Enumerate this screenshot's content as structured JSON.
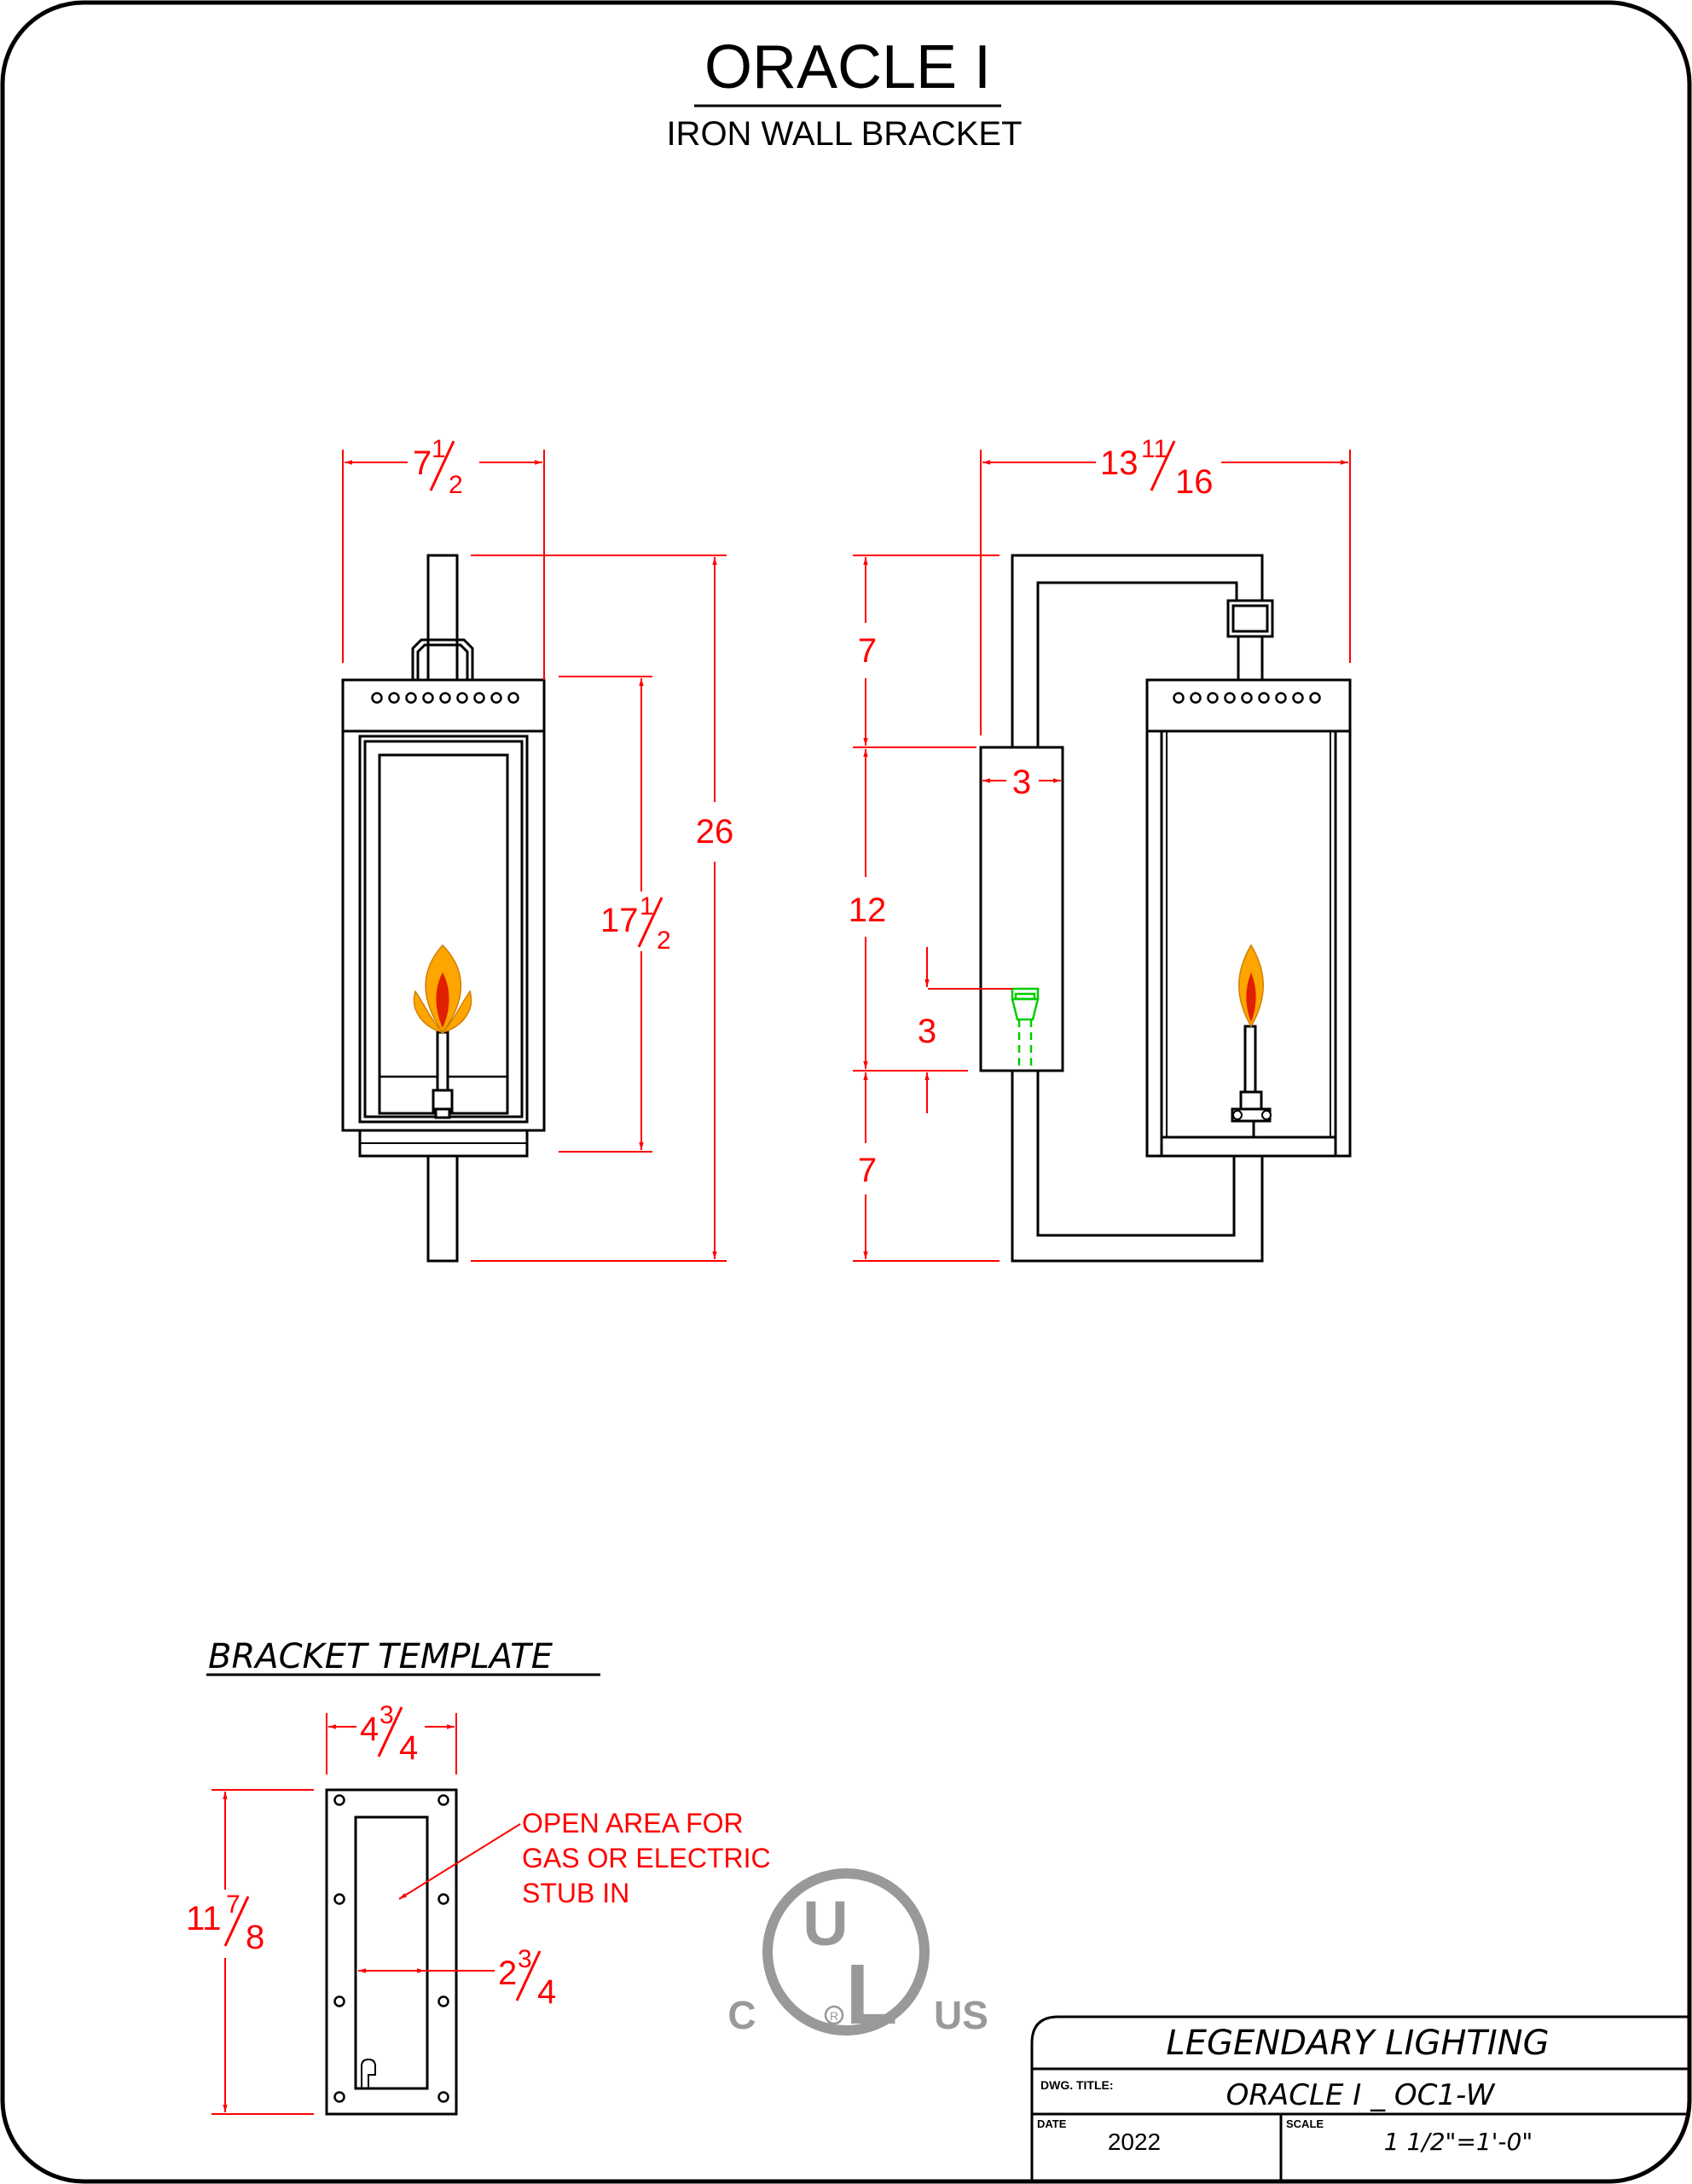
{
  "header": {
    "title": "ORACLE I",
    "subtitle": "IRON WALL BRACKET"
  },
  "front_view": {
    "width_whole": "7",
    "width_num": "1",
    "width_den": "2",
    "height_total": "26",
    "body_whole": "17",
    "body_num": "1",
    "body_den": "2"
  },
  "side_view": {
    "depth_whole": "13",
    "depth_num": "11",
    "depth_den": "16",
    "top_arm": "7",
    "backplate": "12",
    "bottom_arm": "7",
    "plate_width": "3",
    "stub_offset": "3"
  },
  "bracket_template": {
    "heading": "BRACKET TEMPLATE",
    "width_whole": "4",
    "width_num": "3",
    "width_den": "4",
    "height_whole": "11",
    "height_num": "7",
    "height_den": "8",
    "opening_whole": "2",
    "opening_num": "3",
    "opening_den": "4",
    "note_line1": "OPEN AREA FOR",
    "note_line2": "GAS OR ELECTRIC",
    "note_line3": "STUB IN"
  },
  "certification": {
    "left": "C",
    "top": "U",
    "main": "L",
    "registered": "R",
    "right": "US",
    "color": "#999999"
  },
  "title_block": {
    "company": "LEGENDARY LIGHTING",
    "dwg_title_label": "DWG. TITLE:",
    "dwg_title": "ORACLE I _ OC1-W",
    "date_label": "DATE",
    "date": "2022",
    "scale_label": "SCALE",
    "scale": "1 1/2\"=1'-0\""
  },
  "colors": {
    "dimension": "#ff0000",
    "linework": "#000000",
    "gas_stub": "#00cc00",
    "flame_outer": "#ffa500",
    "flame_inner": "#e02000"
  }
}
